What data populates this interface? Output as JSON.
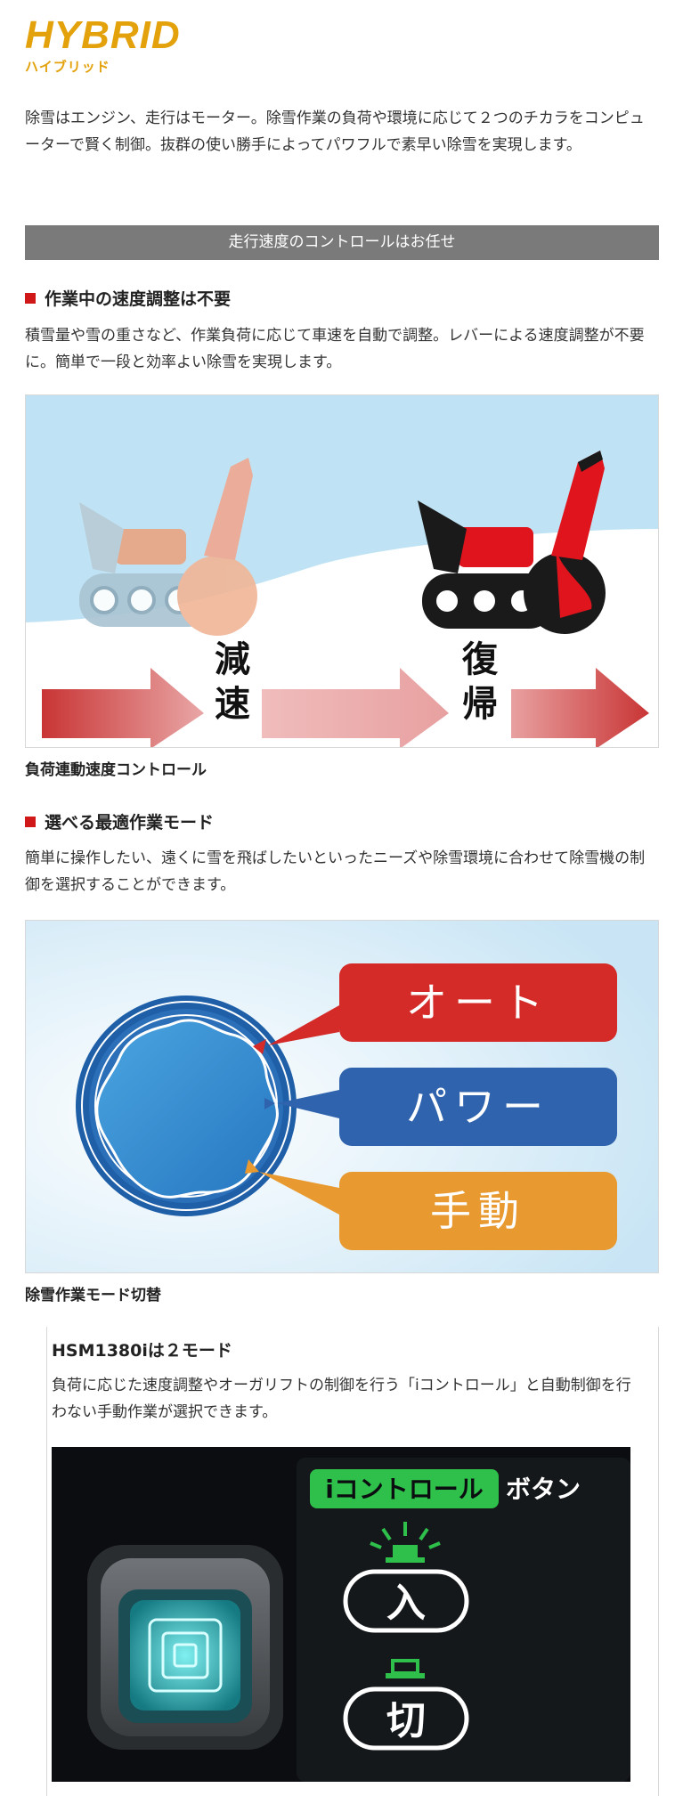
{
  "logo": {
    "main": "HYBRID",
    "sub": "ハイブリッド"
  },
  "intro": "除雪はエンジン、走行はモーター。除雪作業の負荷や環境に応じて２つのチカラをコンピューターで賢く制御。抜群の使い勝手によってパワフルで素早い除雪を実現します。",
  "band": "走行速度のコントロールはお任せ",
  "section1": {
    "heading": "作業中の速度調整は不要",
    "text": "積雪量や雪の重さなど、作業負荷に応じて車速を自動で調整。レバーによる速度調整が不要に。簡単で一段と効率よい除雪を実現します。",
    "figure": {
      "label_left": "減速",
      "label_right": "復帰"
    },
    "caption": "負荷連動速度コントロール"
  },
  "section2": {
    "heading": "選べる最適作業モード",
    "text": "簡単に操作したい、遠くに雪を飛ばしたいといったニーズや除雪環境に合わせて除雪機の制御を選択することができます。",
    "modes": [
      "オート",
      "パワー",
      "手動"
    ],
    "caption": "除雪作業モード切替"
  },
  "section3": {
    "title": "HSM1380iは２モード",
    "text": "負荷に応じた速度調整やオーガリフトの制御を行う「iコントロール」と自動制御を行わない手動作業が選択できます。",
    "panel": {
      "badge": "iコントロール",
      "button_word": "ボタン",
      "on": "入",
      "off": "切"
    }
  },
  "colors": {
    "brand": "#e3a20c",
    "accent_red": "#d01818",
    "auto": "#d42a28",
    "power": "#2f63ad",
    "manual": "#e8992f"
  }
}
